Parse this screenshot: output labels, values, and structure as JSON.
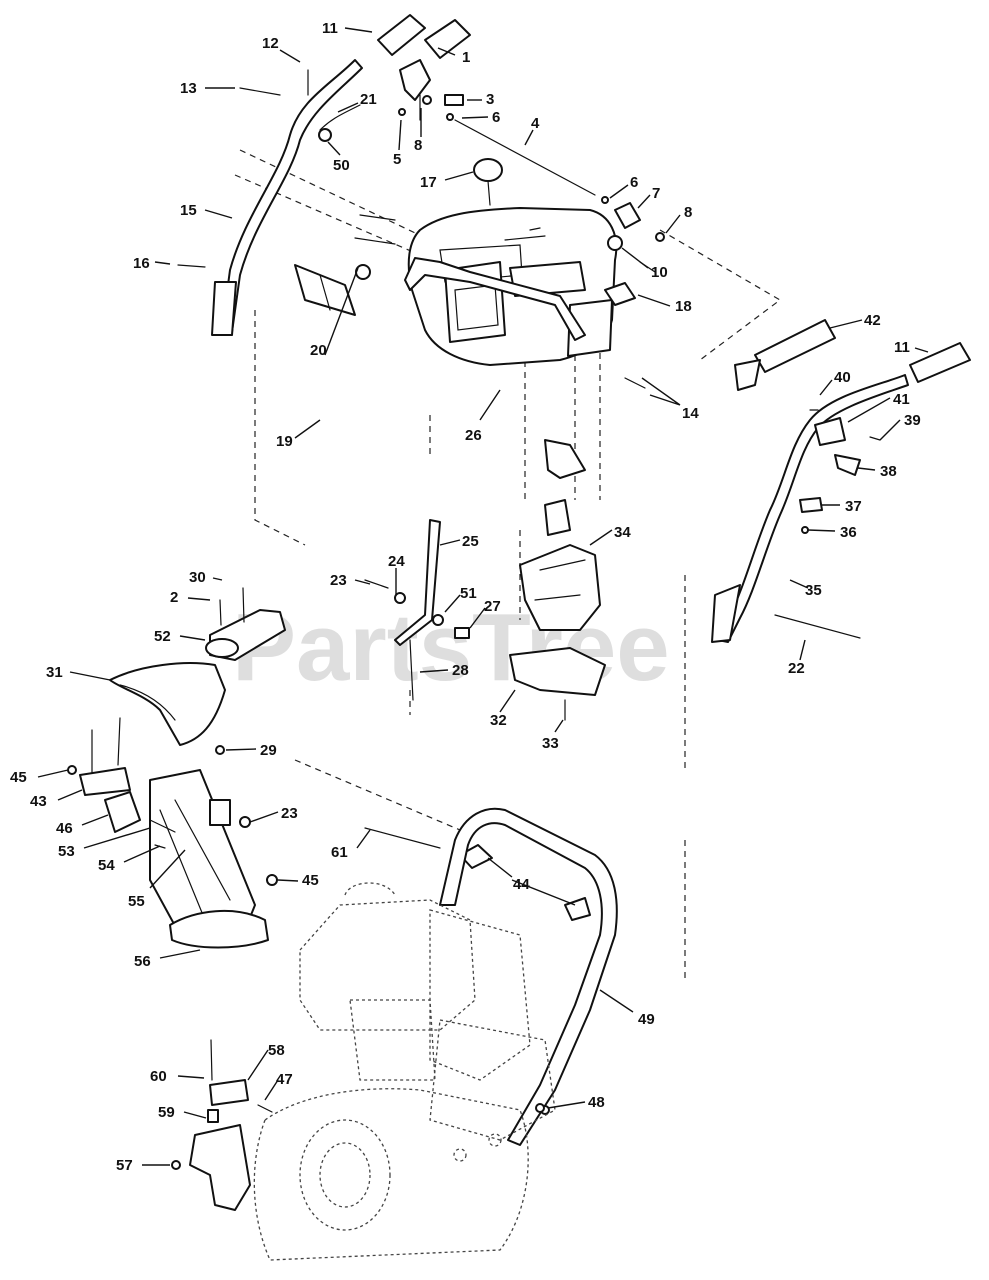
{
  "watermark": "PartsTree",
  "labels": {
    "l1": "1",
    "l2": "2",
    "l3": "3",
    "l4": "4",
    "l5": "5",
    "l6a": "6",
    "l6b": "6",
    "l7": "7",
    "l8a": "8",
    "l8b": "8",
    "l10": "10",
    "l11a": "11",
    "l11b": "11",
    "l12": "12",
    "l13": "13",
    "l14": "14",
    "l15": "15",
    "l16": "16",
    "l17": "17",
    "l18": "18",
    "l19": "19",
    "l20": "20",
    "l21": "21",
    "l22": "22",
    "l23a": "23",
    "l23b": "23",
    "l24": "24",
    "l25": "25",
    "l26": "26",
    "l27": "27",
    "l28": "28",
    "l29": "29",
    "l30": "30",
    "l31": "31",
    "l32": "32",
    "l33": "33",
    "l34": "34",
    "l35": "35",
    "l36": "36",
    "l37": "37",
    "l38": "38",
    "l39": "39",
    "l40": "40",
    "l41": "41",
    "l42": "42",
    "l43": "43",
    "l44": "44",
    "l45a": "45",
    "l45b": "45",
    "l46": "46",
    "l47": "47",
    "l48": "48",
    "l49": "49",
    "l50": "50",
    "l51": "51",
    "l52": "52",
    "l53": "53",
    "l54": "54",
    "l55": "55",
    "l56": "56",
    "l57": "57",
    "l58": "58",
    "l59": "59",
    "l60": "60",
    "l61": "61"
  }
}
